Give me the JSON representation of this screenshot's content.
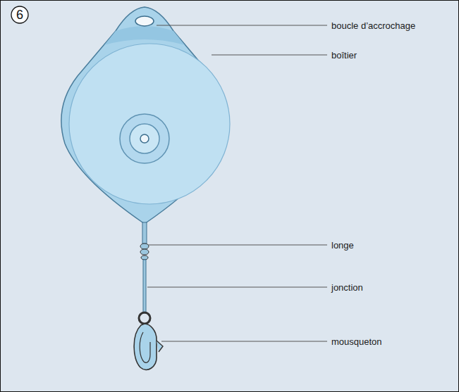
{
  "diagram": {
    "nodes": [
      {
        "text": [
          "6"
        ]
      }
    ],
    "labels": [
      "boucle d’accrochage",
      "boîtier",
      "longe",
      "jonction",
      "mousqueton"
    ]
  }
}
